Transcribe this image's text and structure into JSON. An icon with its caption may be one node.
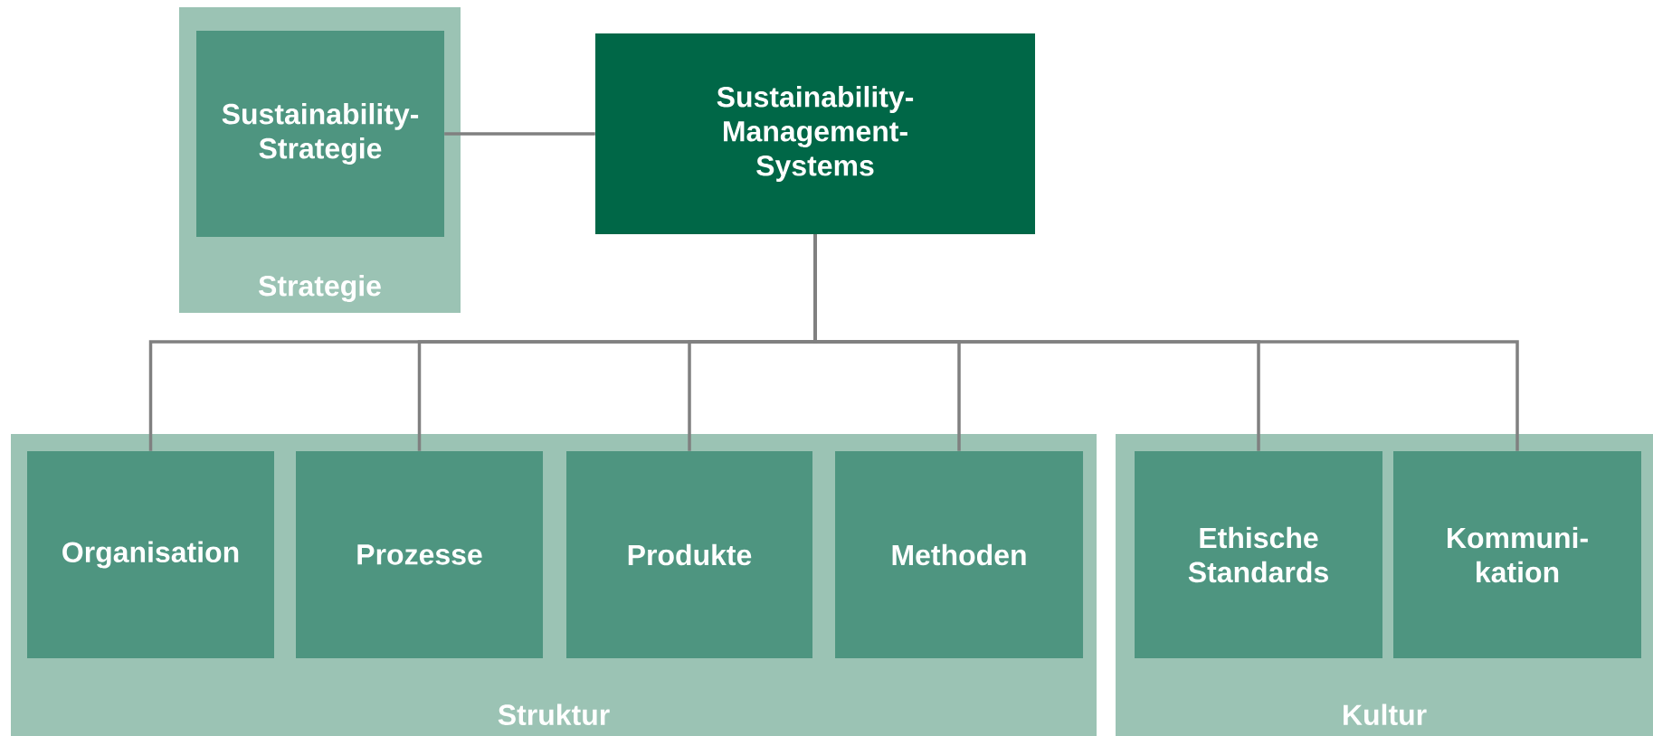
{
  "diagram": {
    "nodes": [
      {
        "text": [
          "Strategie"
        ]
      },
      {
        "text": [
          "Sustainability-Strategie"
        ],
        "in": 0
      },
      {
        "text": [
          "Sustainability-Management-Systems"
        ]
      },
      {
        "text": [
          "Struktur"
        ]
      },
      {
        "text": [
          "Organisation"
        ],
        "in": 3
      },
      {
        "text": [
          "Prozesse"
        ],
        "in": 3
      },
      {
        "text": [
          "Produkte"
        ],
        "in": 3
      },
      {
        "text": [
          "Methoden"
        ],
        "in": 3
      },
      {
        "text": [
          "Kultur"
        ]
      },
      {
        "text": [
          "Ethische Standards"
        ],
        "in": 8
      },
      {
        "text": [
          "Kommuni-kation"
        ],
        "in": 8
      }
    ],
    "edges": [
      {
        "from": 1,
        "to": 2,
        "arrow": "none"
      },
      {
        "from": 2,
        "to": 4,
        "arrow": "none"
      },
      {
        "from": 2,
        "to": 5,
        "arrow": "none"
      },
      {
        "from": 2,
        "to": 6,
        "arrow": "none"
      },
      {
        "from": 2,
        "to": 7,
        "arrow": "none"
      },
      {
        "from": 2,
        "to": 9,
        "arrow": "none"
      },
      {
        "from": 2,
        "to": 10,
        "arrow": "none"
      }
    ]
  }
}
